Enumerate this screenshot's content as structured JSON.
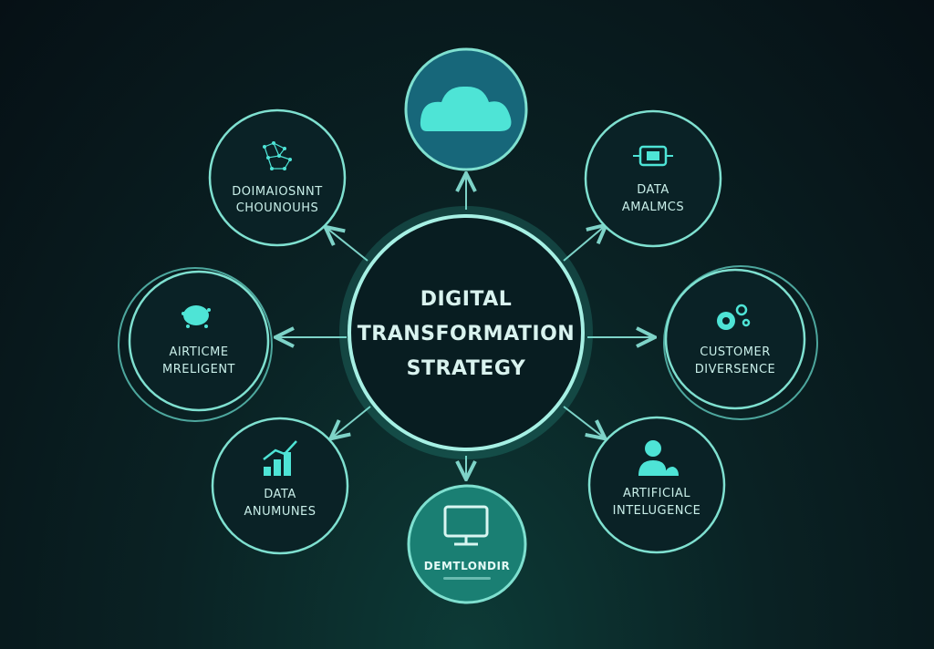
{
  "diagram": {
    "center": {
      "lines": [
        "DIGITAL",
        "TRANSFORMATION",
        "STRATEGY"
      ]
    },
    "nodes": {
      "top": {
        "lines": [],
        "icon": "cloud-icon"
      },
      "top_left": {
        "lines": [
          "DOIMAIOSNNT",
          "CHOUNOUHS"
        ],
        "icon": "network-icon"
      },
      "top_right": {
        "lines": [
          "DATA",
          "AMALMCS"
        ],
        "icon": "chip-icon"
      },
      "left": {
        "lines": [
          "AIRTICME",
          "MRELIGENT"
        ],
        "icon": "brain-icon"
      },
      "right": {
        "lines": [
          "CUSTOMER",
          "DIVERSENCE"
        ],
        "icon": "gears-icon"
      },
      "bottom_left": {
        "lines": [
          "DATA",
          "ANUMUNES"
        ],
        "icon": "bar-chart-icon"
      },
      "bottom_right": {
        "lines": [
          "ARTIFICIAL",
          "INTELUGENCE"
        ],
        "icon": "user-icon"
      },
      "bottom": {
        "lines": [
          "DEMTLONDIR",
          ""
        ],
        "icon": "monitor-icon"
      }
    },
    "colors": {
      "accent": "#4ee4d6",
      "ring": "#7fe0d0",
      "top_node_fill": "#17677a",
      "bottom_node_fill": "#1a7f73"
    }
  }
}
